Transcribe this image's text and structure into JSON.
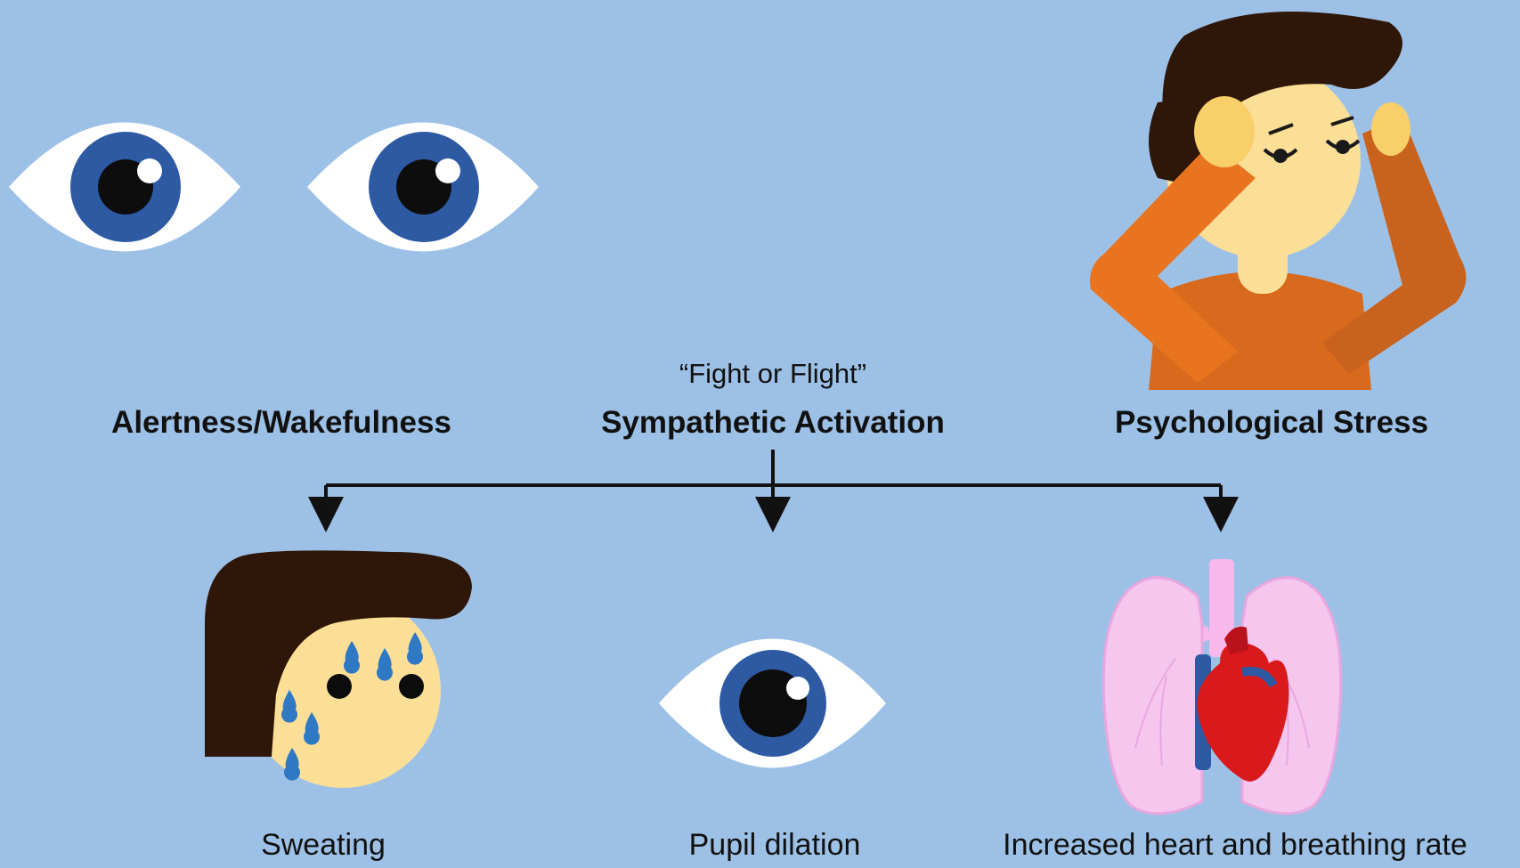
{
  "top_labels": {
    "alertness": "Alertness/Wakefulness",
    "fight_or_flight": "“Fight or Flight”",
    "sympathetic": "Sympathetic Activation",
    "stress": "Psychological Stress"
  },
  "bottom_labels": {
    "sweating": "Sweating",
    "pupil": "Pupil dilation",
    "heart_breathing": "Increased heart and breathing rate"
  },
  "colors": {
    "background": "#9dc1e6",
    "iris": "#2e5aa4",
    "hair": "#2e1608",
    "skin": "#fbdf97",
    "shirt": "#e06f1f",
    "sweat": "#2f78c4",
    "lung": "#f5c6ee",
    "heart": "#d9191c",
    "arrow": "#111111"
  },
  "icons": [
    "eye-icon",
    "stressed-person-icon",
    "sweating-face-icon",
    "lungs-heart-icon"
  ]
}
